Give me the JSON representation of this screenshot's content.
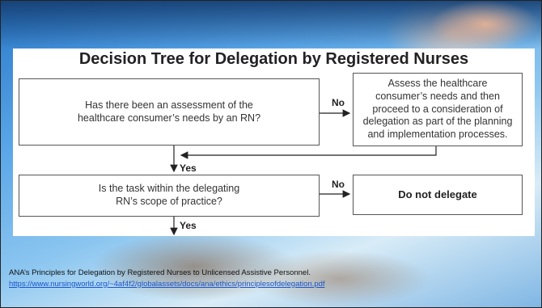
{
  "title": "Decision Tree for Delegation by Registered Nurses",
  "boxes": {
    "question1": "Has there been an assessment of the\nhealthcare consumer’s needs by an RN?",
    "assess": "Assess the healthcare\nconsumer’s needs and then\nproceed to a consideration of\ndelegation as part of the planning\nand implementation processes.",
    "question2": "Is the task within the delegating\nRN’s scope of practice?",
    "do_not": "Do not delegate"
  },
  "labels": {
    "no1": "No",
    "yes1": "Yes",
    "no2": "No",
    "yes2": "Yes"
  },
  "footer": {
    "citation": "ANA’s Principles for Delegation by Registered Nurses to Unlicensed Assistive Personnel.",
    "link": "https://www.nursingworld.org/~4af4f2/globalassets/docs/ana/ethics/principlesofdelegation.pdf"
  }
}
